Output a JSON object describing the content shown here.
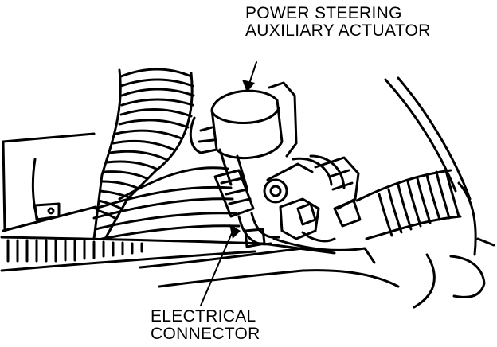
{
  "callouts": {
    "actuator": {
      "line1": "POWER STEERING",
      "line2": "AUXILIARY ACTUATOR"
    },
    "connector": {
      "line1": "ELECTRICAL",
      "line2": "CONNECTOR"
    }
  },
  "colors": {
    "ink": "#000000",
    "paper": "#ffffff"
  }
}
